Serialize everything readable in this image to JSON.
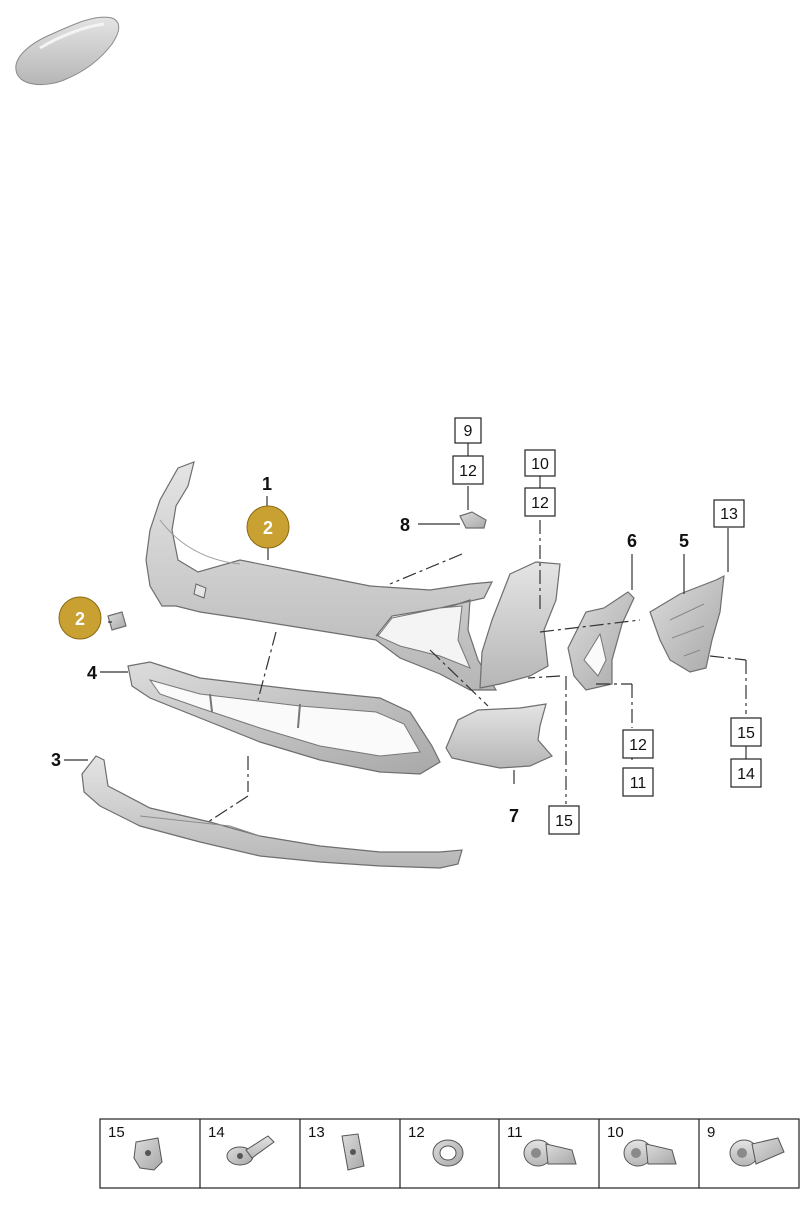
{
  "callouts": {
    "c1": "1",
    "c2a": "2",
    "c2b": "2",
    "c3": "3",
    "c4": "4",
    "c5": "5",
    "c6": "6",
    "c7": "7",
    "c8": "8"
  },
  "boxes": {
    "b9": "9",
    "b12_top": "12",
    "b10": "10",
    "b12_mid": "12",
    "b13": "13",
    "b12_low": "12",
    "b11_low": "11",
    "b15_mid": "15",
    "b15_right": "15",
    "b14_right": "14"
  },
  "legend": [
    {
      "label": "15",
      "icon": "clip-nut-icon"
    },
    {
      "label": "14",
      "icon": "expansion-rivet-icon"
    },
    {
      "label": "13",
      "icon": "spring-nut-icon"
    },
    {
      "label": "12",
      "icon": "grommet-ring-icon"
    },
    {
      "label": "11",
      "icon": "parking-sensor-icon"
    },
    {
      "label": "10",
      "icon": "parking-sensor-icon"
    },
    {
      "label": "9",
      "icon": "parking-sensor-icon"
    }
  ],
  "colors": {
    "highlight_circle": "#c9a032",
    "part_fill": "#c8c8c8"
  }
}
